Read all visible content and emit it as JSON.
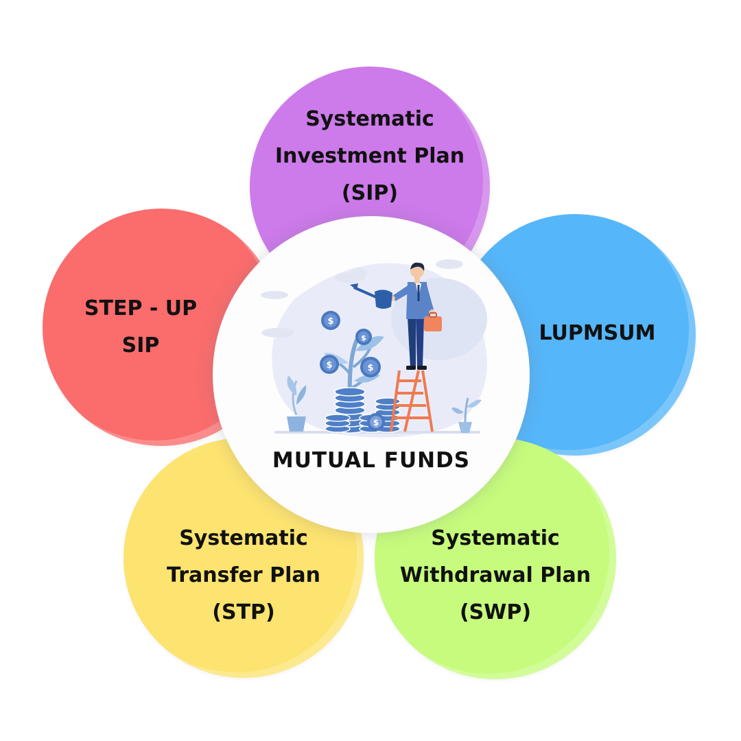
{
  "diagram": {
    "center": {
      "title": "MUTUAL FUNDS",
      "illustration": "businessman-watering-money-plant-icon"
    },
    "petals": {
      "sip": {
        "lines": [
          "Systematic",
          "Investment Plan",
          "(SIP)"
        ],
        "color": "#cd7aea"
      },
      "lumpsum": {
        "lines": [
          "LUPMSUM"
        ],
        "color": "#55b6f9"
      },
      "swp": {
        "lines": [
          "Systematic",
          "Withdrawal Plan",
          "(SWP)"
        ],
        "color": "#c6fb7d"
      },
      "stp": {
        "lines": [
          "Systematic",
          "Transfer Plan",
          "(STP)"
        ],
        "color": "#fde36f"
      },
      "stepup": {
        "lines": [
          "STEP - UP",
          "SIP"
        ],
        "color": "#fb6c6c"
      }
    }
  }
}
